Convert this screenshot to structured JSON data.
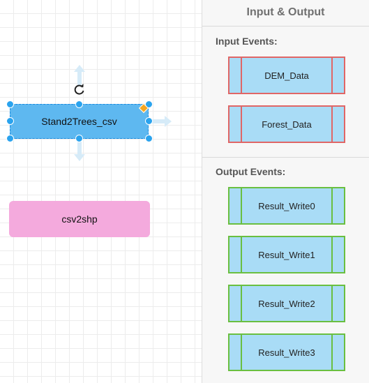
{
  "canvas": {
    "nodes": [
      {
        "label": "Stand2Trees_csv",
        "selected": true,
        "color": "#5eb8f0"
      },
      {
        "label": "csv2shp",
        "selected": false,
        "color": "#f4aadd"
      }
    ],
    "icons": [
      "rotate-icon",
      "arrow-up-icon",
      "arrow-right-icon",
      "arrow-down-icon",
      "resize-handle-icon",
      "edit-diamond-icon"
    ]
  },
  "panel": {
    "title": "Input & Output",
    "input_label": "Input Events:",
    "output_label": "Output Events:",
    "inputs": [
      "DEM_Data",
      "Forest_Data"
    ],
    "outputs": [
      "Result_Write0",
      "Result_Write1",
      "Result_Write2",
      "Result_Write3"
    ],
    "colors": {
      "input_border": "#e06666",
      "output_border": "#6abf40",
      "event_fill": "#a9dcf6"
    }
  }
}
